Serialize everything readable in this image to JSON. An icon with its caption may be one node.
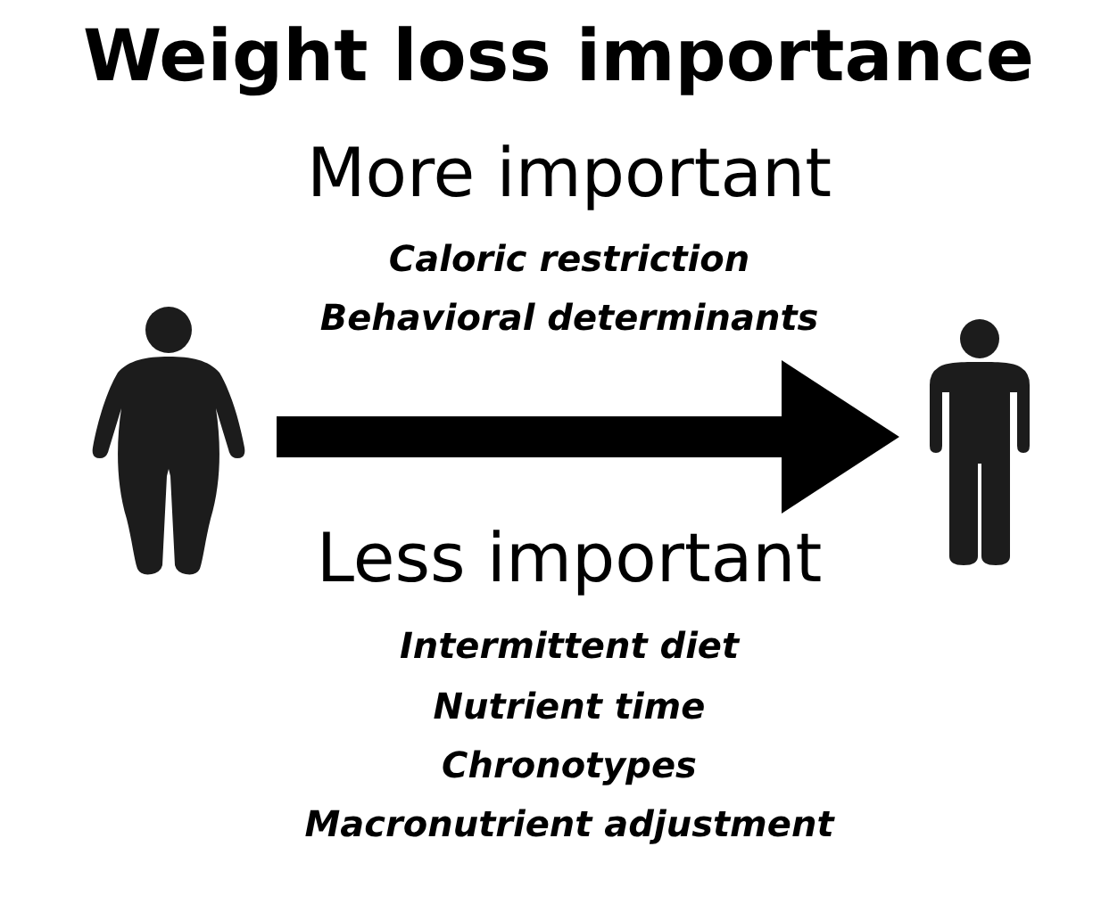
{
  "diagram": {
    "title": "Weight loss importance",
    "nodes": [
      {
        "text": [],
        "shape": "person"
      },
      {
        "text": [],
        "shape": "person"
      }
    ],
    "edges": [
      {
        "from": 0,
        "to": 1,
        "arrow": "to"
      }
    ],
    "labels": [
      "More important",
      "Caloric restriction",
      "Behavioral determinants",
      "Less important",
      "Intermittent diet",
      "Nutrient time",
      "Chronotypes",
      "Macronutrient adjustment"
    ]
  }
}
